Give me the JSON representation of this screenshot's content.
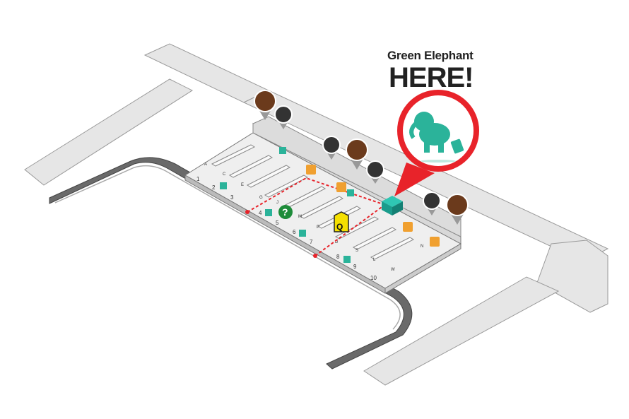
{
  "headline": {
    "line1": "Green Elephant",
    "line2": "HERE!"
  },
  "gate_numbers": [
    "1",
    "2",
    "3",
    "4",
    "5",
    "6",
    "7",
    "8",
    "9",
    "10"
  ],
  "counter_letters": [
    "A",
    "C",
    "E",
    "G",
    "J",
    "M",
    "P",
    "D",
    "S",
    "L",
    "W",
    "N"
  ],
  "markers": {
    "info": "?",
    "queue": "Q"
  },
  "colors": {
    "accent_red": "#e8232a",
    "elephant": "#2bb39a",
    "store": "#1a9c8c",
    "brown_pin": "#6b3a1c",
    "dark_pin": "#333333",
    "orange_escalator": "#f0a030",
    "green_info": "#1e8c3a",
    "queue_yellow": "#f5e000"
  },
  "icons": [
    "immigration-icon",
    "restroom-icon",
    "escalator-icon",
    "baggage-icon",
    "info-icon",
    "queue-icon",
    "elephant-logo-icon"
  ]
}
